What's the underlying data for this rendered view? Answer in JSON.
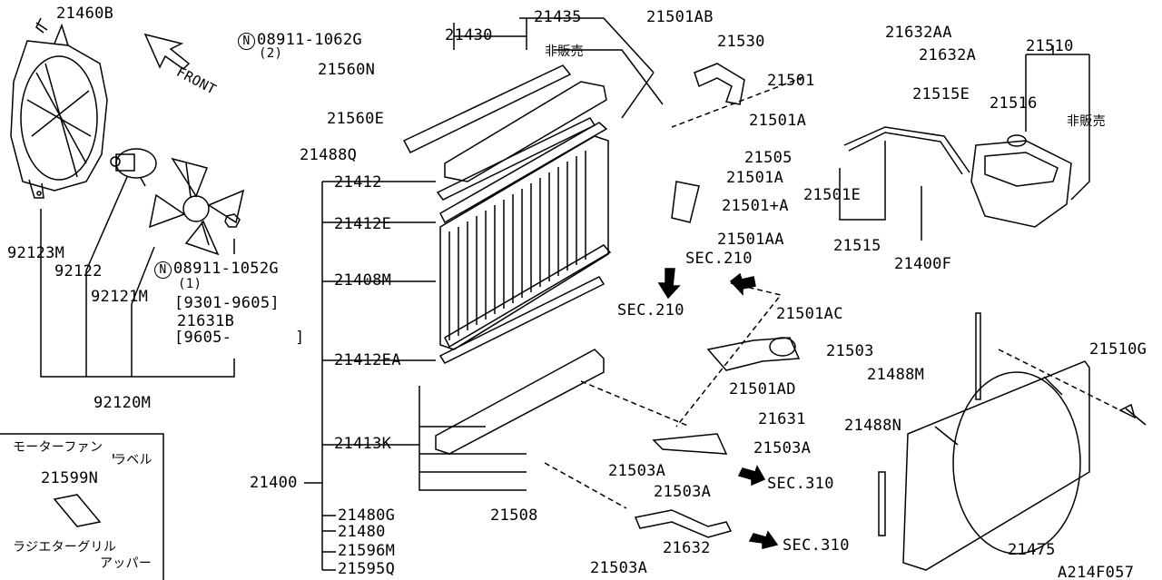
{
  "labels": {
    "p21460B": "21460B",
    "n08911_1062G": "08911-1062G",
    "n08911_1062G_qty": "(2)",
    "front": "FRONT",
    "p21430": "21430",
    "p21435": "21435",
    "hanbai_top": "非販売",
    "p21501AB": "21501AB",
    "p21632AA": "21632AA",
    "p21530": "21530",
    "p21632A": "21632A",
    "p21510": "21510",
    "p21560N": "21560N",
    "p21501": "21501",
    "p21516": "21516",
    "hanbai_right": "非販売",
    "p21515E": "21515E",
    "p21560E": "21560E",
    "p21501A_1": "21501A",
    "p21488Q": "21488Q",
    "p21505": "21505",
    "p21501A_2": "21501A",
    "p21501E": "21501E",
    "p21412": "21412",
    "p21501plusA": "21501+A",
    "p21412E": "21412E",
    "p92123M": "92123M",
    "p92122": "92122",
    "p21501AA": "21501AA",
    "p21515": "21515",
    "p21400F": "21400F",
    "sec210_a": "SEC.210",
    "n08911_1052G": "08911-1052G",
    "n08911_1052G_qty": "(1)",
    "p92121M": "92121M",
    "p21408M": "21408M",
    "range_9301": "[9301-9605]",
    "p21631B": "21631B",
    "range_9605": "[9605-",
    "range_9605_end": "]",
    "sec210_b": "SEC.210",
    "p21501AC": "21501AC",
    "p21503": "21503",
    "p21412EA": "21412EA",
    "p21510G": "21510G",
    "p21488M": "21488M",
    "p21501AD": "21501AD",
    "p92120M": "92120M",
    "p21631": "21631",
    "p21488N": "21488N",
    "p21413K": "21413K",
    "p21503A_1": "21503A",
    "p21503A_2": "21503A",
    "sec310_a": "SEC.310",
    "p21400": "21400",
    "p21503A_3": "21503A",
    "p21480G": "21480G",
    "p21508": "21508",
    "p21480": "21480",
    "p21632": "21632",
    "sec310_b": "SEC.310",
    "p21596M": "21596M",
    "p21475": "21475",
    "p21595Q": "21595Q",
    "p21503A_4": "21503A",
    "diagram_code": "A214F057"
  },
  "inset": {
    "motor_fan": "モーターファン",
    "label": "ラベル",
    "part": "21599N",
    "radiator_grille": "ラジエターグリル",
    "upper": "アッパー"
  },
  "nut_symbol": "N"
}
